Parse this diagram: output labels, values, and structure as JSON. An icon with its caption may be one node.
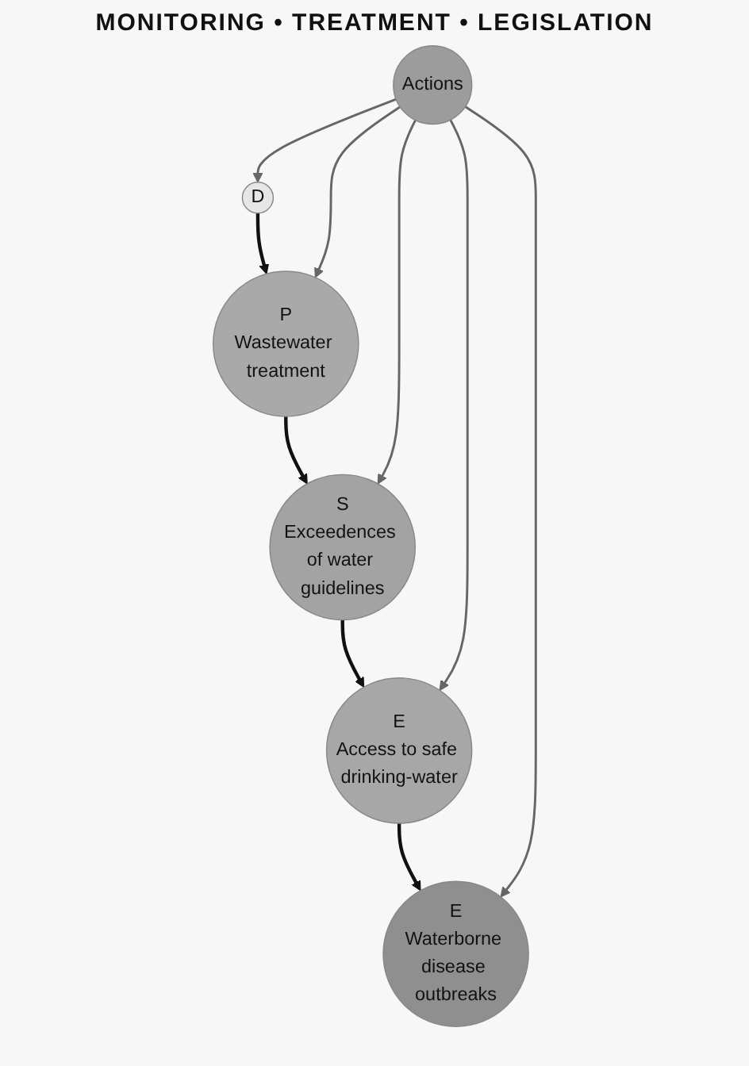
{
  "diagram": {
    "nodes": [
      {
        "text": [
          "D"
        ]
      },
      {
        "text": [
          "P",
          "Wastewater treatment"
        ]
      },
      {
        "text": [
          "S",
          "Exceedences of water guidelines"
        ]
      },
      {
        "text": [
          "E",
          "Access to safe drinking-water"
        ]
      },
      {
        "text": [
          "E",
          "Waterborne disease outbreaks"
        ]
      },
      {
        "text": [
          "Actions"
        ]
      }
    ],
    "edges": [
      {
        "from": 0,
        "to": 1,
        "arrow": "to",
        "color": "#111111"
      },
      {
        "from": 1,
        "to": 2,
        "arrow": "to",
        "color": "#111111"
      },
      {
        "from": 2,
        "to": 3,
        "arrow": "to",
        "color": "#111111"
      },
      {
        "from": 3,
        "to": 4,
        "arrow": "to",
        "color": "#111111"
      },
      {
        "from": 5,
        "to": 0,
        "arrow": "to"
      },
      {
        "from": 5,
        "to": 1,
        "arrow": "to"
      },
      {
        "from": 5,
        "to": 2,
        "arrow": "to"
      },
      {
        "from": 5,
        "to": 3,
        "arrow": "to"
      },
      {
        "from": 5,
        "to": 4,
        "arrow": "to"
      }
    ],
    "labels": [
      "MONITORING • TREATMENT • LEGISLATION"
    ]
  }
}
